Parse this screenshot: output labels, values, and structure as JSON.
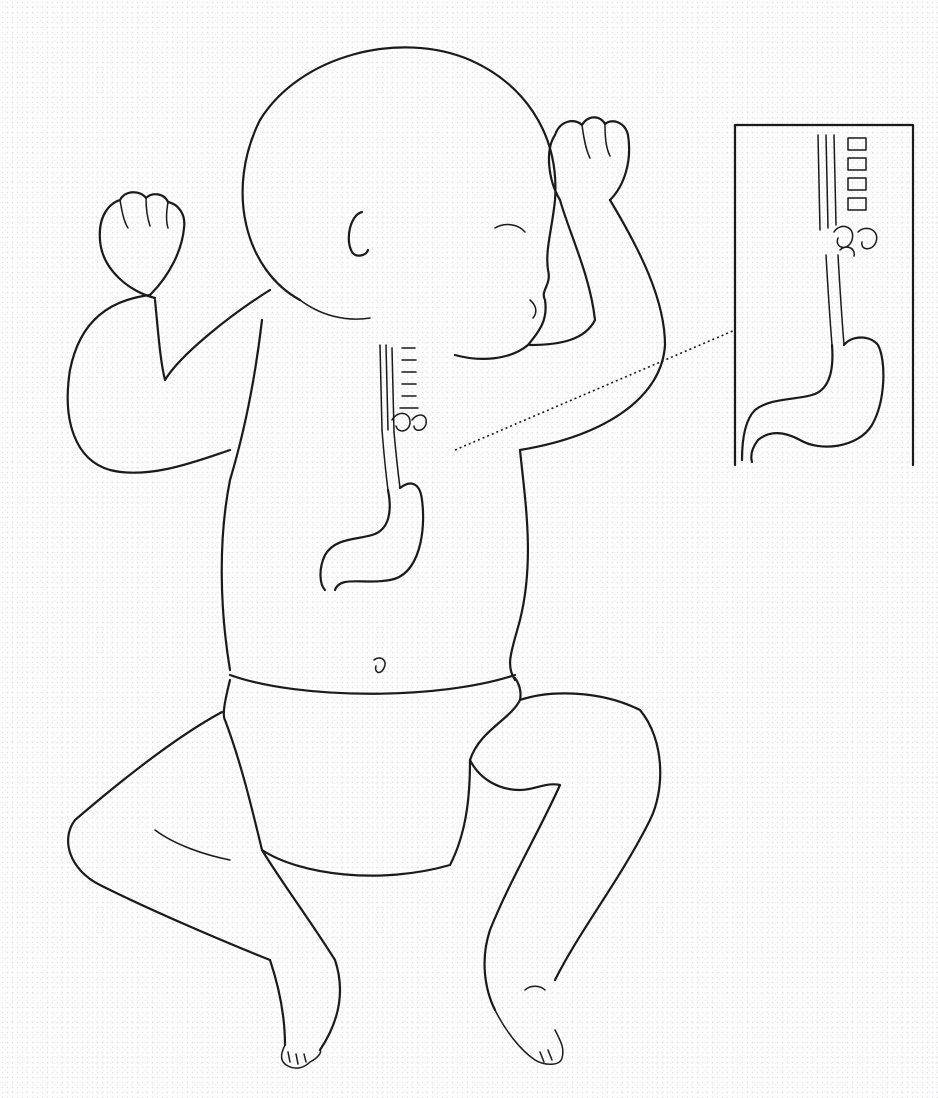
{
  "figure": {
    "subject": "infant",
    "colors": {
      "ink": "#1a1a1a",
      "background": "#fcfcfd"
    }
  },
  "icons": {
    "inset": "magnified-esophagus-stomach-inset",
    "pointer": "dotted-leader-line"
  }
}
